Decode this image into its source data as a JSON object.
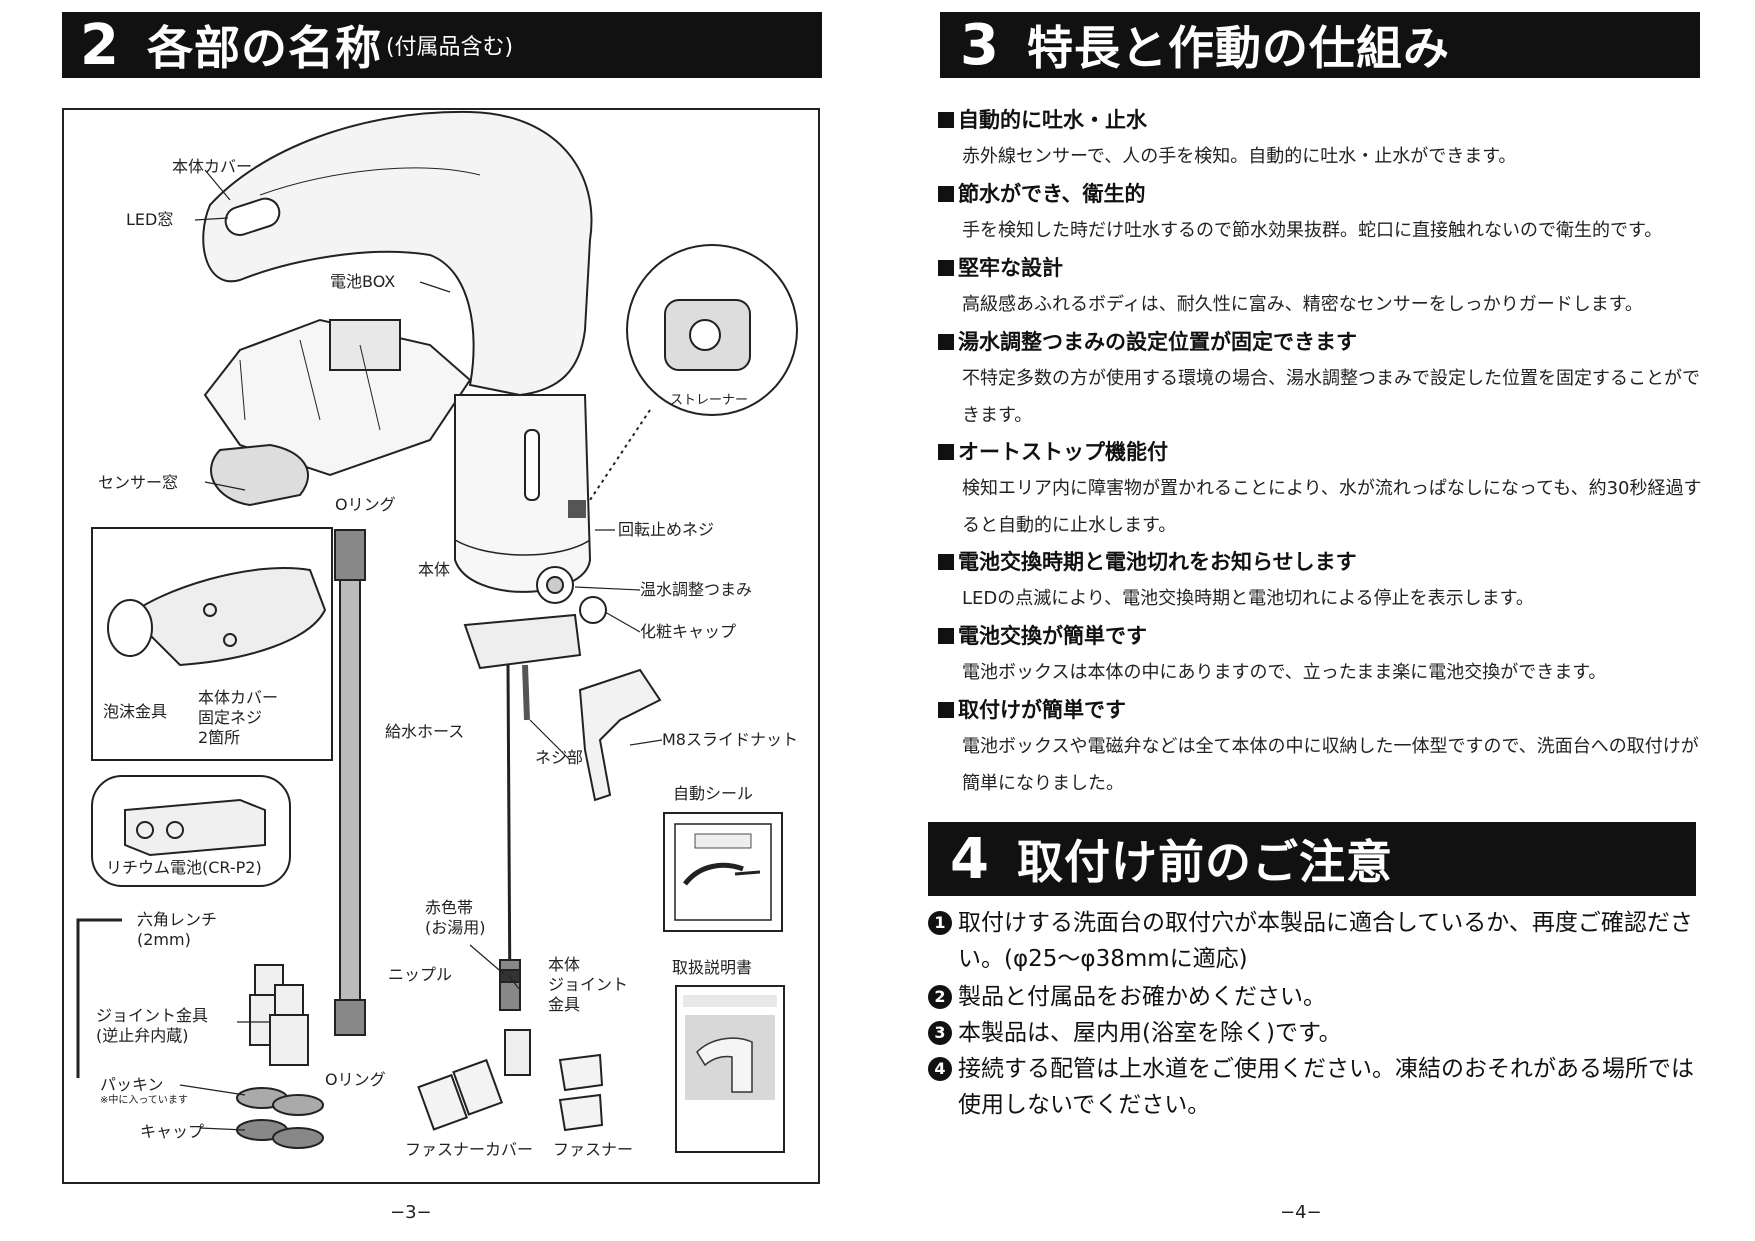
{
  "left_page": {
    "section_number": "2",
    "section_title": "各部の名称",
    "section_subtitle": "(付属品含む)",
    "labels": {
      "body_cover": "本体カバー",
      "led_window": "LED窓",
      "battery_box": "電池BOX",
      "strainer": "ストレーナー",
      "sensor_window": "センサー窓",
      "o_ring_top": "Oリング",
      "rotation_screw": "回転止めネジ",
      "main_body": "本体",
      "temp_knob": "温水調整つまみ",
      "cosmetic_cap": "化粧キャップ",
      "foam_fitting": "泡沫金具",
      "cover_screw_line1": "本体カバー",
      "cover_screw_line2": "固定ネジ",
      "cover_screw_line3": "2箇所",
      "supply_hose": "給水ホース",
      "thread_part": "ネジ部",
      "m8_nut": "M8スライドナット",
      "auto_sticker": "自動シール",
      "battery": "リチウム電池(CR-P2)",
      "hex_wrench_line1": "六角レンチ",
      "hex_wrench_line2": "(2mm)",
      "red_band_line1": "赤色帯",
      "red_band_line2": "(お湯用)",
      "nipple": "ニップル",
      "body_joint_line1": "本体",
      "body_joint_line2": "ジョイント",
      "body_joint_line3": "金具",
      "manual": "取扱説明書",
      "joint_fitting_line1": "ジョイント金具",
      "joint_fitting_line2": "(逆止弁内蔵)",
      "packing": "パッキン",
      "packing_note": "※中に入っています",
      "o_ring_bottom": "Oリング",
      "cap": "キャップ",
      "fastener_cover": "ファスナーカバー",
      "fastener": "ファスナー"
    },
    "page_number": "−3−"
  },
  "right_page": {
    "section3_number": "3",
    "section3_title": "特長と作動の仕組み",
    "features": [
      {
        "heading": "自動的に吐水・止水",
        "body": "赤外線センサーで、人の手を検知。自動的に吐水・止水ができます。"
      },
      {
        "heading": "節水ができ、衛生的",
        "body": "手を検知した時だけ吐水するので節水効果抜群。蛇口に直接触れないので衛生的です。"
      },
      {
        "heading": "堅牢な設計",
        "body": "高級感あふれるボディは、耐久性に富み、精密なセンサーをしっかりガードします。"
      },
      {
        "heading": "湯水調整つまみの設定位置が固定できます",
        "body": "不特定多数の方が使用する環境の場合、湯水調整つまみで設定した位置を固定することができます。"
      },
      {
        "heading": "オートストップ機能付",
        "body": "検知エリア内に障害物が置かれることにより、水が流れっぱなしになっても、約30秒経過すると自動的に止水します。"
      },
      {
        "heading": "電池交換時期と電池切れをお知らせします",
        "body": "LEDの点滅により、電池交換時期と電池切れによる停止を表示します。"
      },
      {
        "heading": "電池交換が簡単です",
        "body": "電池ボックスは本体の中にありますので、立ったまま楽に電池交換ができます。"
      },
      {
        "heading": "取付けが簡単です",
        "body": "電池ボックスや電磁弁などは全て本体の中に収納した一体型ですので、洗面台への取付けが簡単になりました。"
      }
    ],
    "section4_number": "4",
    "section4_title": "取付け前のご注意",
    "notes": [
      {
        "num": "1",
        "text": "取付けする洗面台の取付穴が本製品に適合しているか、再度ご確認ださい。(φ25〜φ38mmに適応)"
      },
      {
        "num": "2",
        "text": "製品と付属品をお確かめください。"
      },
      {
        "num": "3",
        "text": "本製品は、屋内用(浴室を除く)です。"
      },
      {
        "num": "4",
        "text": "接続する配管は上水道をご使用ください。凍結のおそれがある場所では使用しないでください。"
      }
    ],
    "page_number": "−4−"
  }
}
